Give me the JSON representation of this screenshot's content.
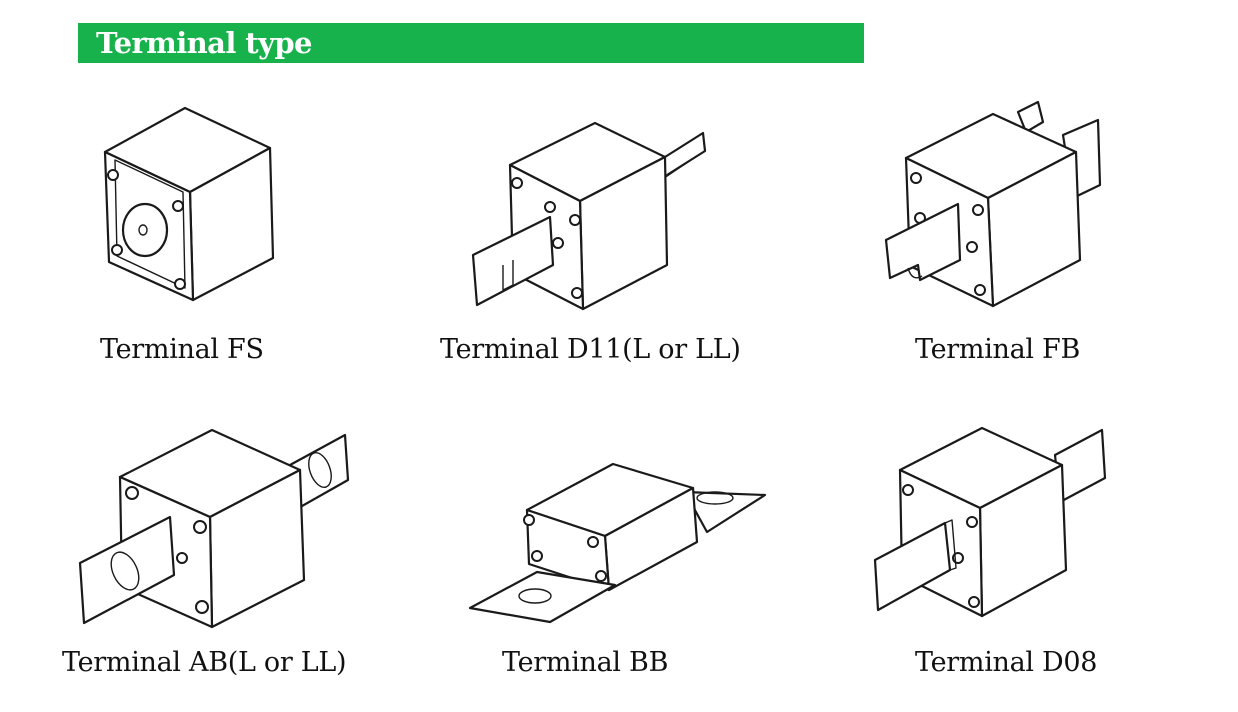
{
  "header": {
    "title": "Terminal type",
    "color": "#17b24b"
  },
  "terminals": [
    {
      "caption": "Terminal FS",
      "icon": "fuse-terminal-fs-icon"
    },
    {
      "caption": "Terminal D11(L or LL)",
      "icon": "fuse-terminal-d11-icon"
    },
    {
      "caption": "Terminal FB",
      "icon": "fuse-terminal-fb-icon"
    },
    {
      "caption": "Terminal AB(L or LL)",
      "icon": "fuse-terminal-ab-icon"
    },
    {
      "caption": "Terminal BB",
      "icon": "fuse-terminal-bb-icon"
    },
    {
      "caption": "Terminal D08",
      "icon": "fuse-terminal-d08-icon"
    }
  ]
}
